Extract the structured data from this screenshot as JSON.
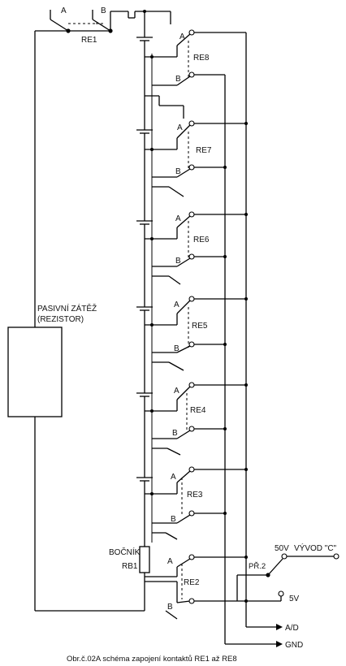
{
  "relays": {
    "re1": {
      "label": "RE1",
      "contact_a": "A",
      "contact_b": "B"
    },
    "re2": {
      "label": "RE2",
      "contact_a": "A",
      "contact_b": "B"
    },
    "re3": {
      "label": "RE3",
      "contact_a": "A",
      "contact_b": "B"
    },
    "re4": {
      "label": "RE4",
      "contact_a": "A",
      "contact_b": "B"
    },
    "re5": {
      "label": "RE5",
      "contact_a": "A",
      "contact_b": "B"
    },
    "re6": {
      "label": "RE6",
      "contact_a": "A",
      "contact_b": "B"
    },
    "re7": {
      "label": "RE7",
      "contact_a": "A",
      "contact_b": "B"
    },
    "re8": {
      "label": "RE8",
      "contact_a": "A",
      "contact_b": "B"
    }
  },
  "load": {
    "line1": "PASIVNÍ ZÁTĚŽ",
    "line2": "(REZISTOR)"
  },
  "shunt": {
    "line1": "BOČNÍK",
    "line2": "RB1"
  },
  "switch_p2": {
    "label": "PŘ.2"
  },
  "supply_50v": "50V",
  "output_c": "VÝVOD \"C\"",
  "supply_5v": "5V",
  "out_ad": "A/D",
  "out_gnd": "GND",
  "caption": "Obr.č.02A schéma zapojení kontaktů RE1 až RE8"
}
